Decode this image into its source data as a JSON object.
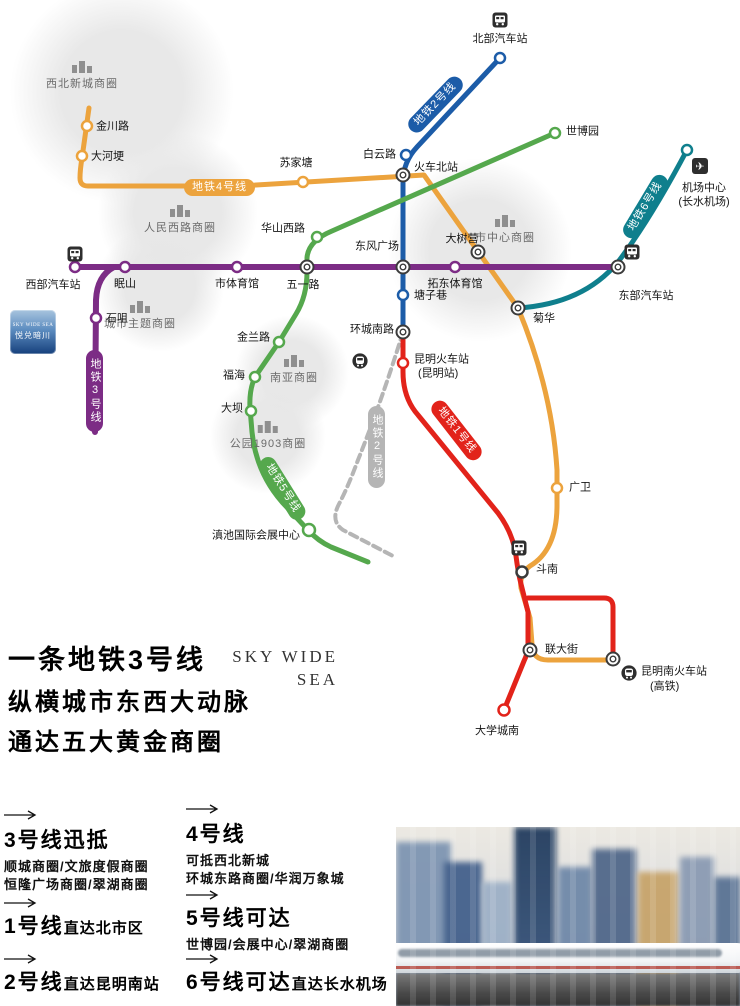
{
  "logo": {
    "en": "SKY WIDE SEA",
    "cn": "悦兑暗川"
  },
  "brand": {
    "l1": "SKY WIDE",
    "l2": "SEA"
  },
  "headline": {
    "l1": "一条地铁3号线",
    "l2": "纵横城市东西大动脉",
    "l3": "通达五大黄金商圈"
  },
  "icons": {
    "plane": "✈"
  },
  "lines": {
    "line1": {
      "label": "地铁1号线",
      "color": "#E2231A"
    },
    "line2": {
      "label": "地铁2号线",
      "color": "#1C5CA8"
    },
    "line2b": {
      "label": "地铁2号线",
      "color": "#B5B5B5"
    },
    "line3": {
      "label": "地铁3号线",
      "color": "#7C2C85"
    },
    "line4": {
      "label": "地铁4号线",
      "color": "#ECA33D"
    },
    "line5": {
      "label": "地铁5号线",
      "color": "#55A84D"
    },
    "line6": {
      "label": "地铁6号线",
      "color": "#0F7F8D"
    }
  },
  "stations": {
    "beibuqichezhan": "北部汽车站",
    "jinchuanlu": "金川路",
    "dahegeng": "大河埂",
    "sujiatang": "苏家塘",
    "baiyunlu": "白云路",
    "huochebeizhan": "火车北站",
    "shiboyuan": "世博园",
    "jichangzhongxin": "机场中心",
    "changshuijichang": "(长水机场)",
    "huashanxilu": "华山西路",
    "dongfengguangchang": "东风广场",
    "dashuying": "大树营",
    "tuodongtiyuguan": "拓东体育馆",
    "dongbuqichezhan": "东部汽车站",
    "xibuqichezhan": "西部汽车站",
    "mianshan": "眠山",
    "shitiyuguan": "市体育馆",
    "wuyilu": "五一路",
    "shiju": "石咀",
    "tangzixiang": "塘子巷",
    "juhua": "菊华",
    "huanchengnanlu": "环城南路",
    "kunminghuochezhan": "昆明火车站",
    "kunmingzhan": "(昆明站)",
    "jinlanlu": "金兰路",
    "fuhai": "福海",
    "daba": "大坝",
    "guangwei": "广卫",
    "dianchihuizhan": "滇池国际会展中心",
    "dounan": "斗南",
    "liandajie": "联大街",
    "kunmingnanhuochezhan": "昆明南火车站",
    "gaotie": "(高铁)",
    "daxuechengnan": "大学城南"
  },
  "districts": {
    "xibeixincheng": "西北新城商圈",
    "renminxilu": "人民西路商圈",
    "chengshizhuti": "城市主题商圈",
    "shizhongxin": "市中心商圈",
    "nanya": "南亚商圈",
    "gongyuan1903": "公园1903商圈"
  },
  "legend": {
    "item1_title": "3号线迅抵",
    "item1_line1": "顺城商圈/文旅度假商圈",
    "item1_line2": "恒隆广场商圈/翠湖商圈",
    "item2_title": "1号线",
    "item2_suffix": "直达北市区",
    "item3_title": "2号线",
    "item3_suffix": "直达昆明南站",
    "item4_title": "4号线",
    "item4_line1": "可抵西北新城",
    "item4_line2": "环城东路商圈/华润万象城",
    "item5_title": "5号线可达",
    "item5_line1": "世博园/会展中心/翠湖商圈",
    "item6_title": "6号线可达",
    "item6_suffix": "直达长水机场"
  }
}
